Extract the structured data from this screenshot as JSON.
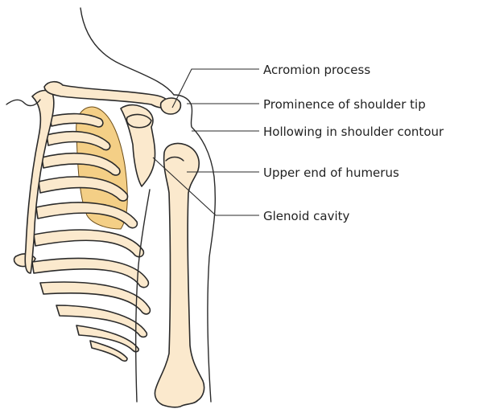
{
  "labels": {
    "acromion_process": "Acromion process",
    "prominence_shoulder_tip": "Prominence of shoulder tip",
    "hollowing_shoulder_contour": "Hollowing in shoulder contour",
    "upper_end_humerus": "Upper end of humerus",
    "glenoid_cavity": "Glenoid cavity"
  },
  "colors": {
    "bone_fill": "#fbe9cd",
    "lung_fill": "#f4cf86",
    "outline": "#2a2a2a"
  }
}
